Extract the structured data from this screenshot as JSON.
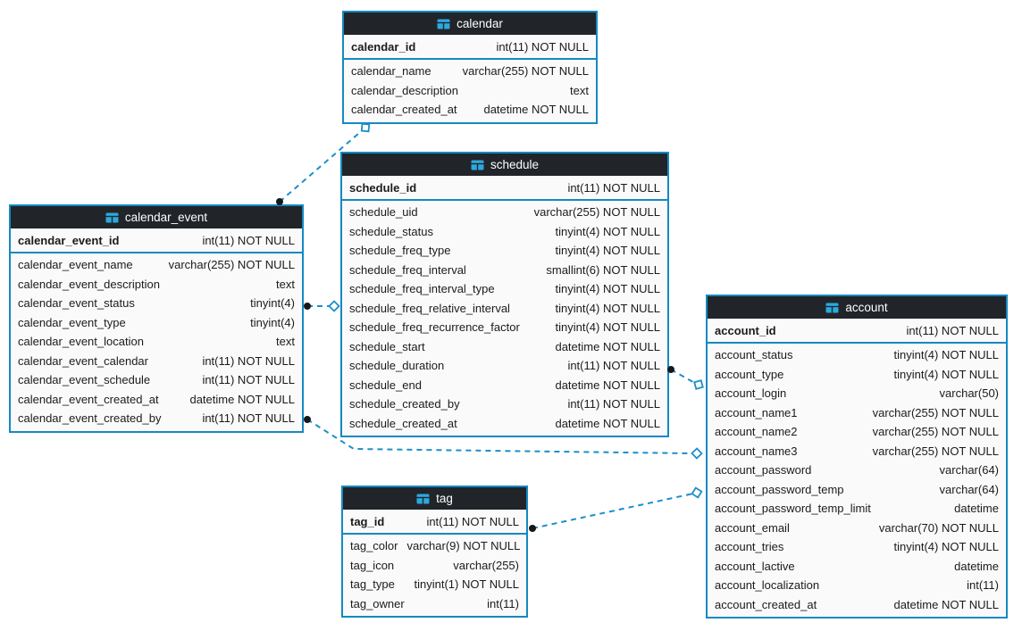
{
  "diagram": {
    "colors": {
      "table_border": "#1589C2",
      "header_background": "#212529",
      "header_text": "#FFFFFF",
      "body_background": "#FAFAFA",
      "row_text": "#1B1B1B",
      "connector_line": "#1B8FC9",
      "connector_dot": "#15191C",
      "table_icon": "#2BA8E0"
    },
    "icons": {
      "table_header_icon": "table-grid-icon"
    },
    "tables": [
      {
        "name": "calendar",
        "primary_key": {
          "name": "calendar_id",
          "type": "int(11) NOT NULL"
        },
        "columns": [
          {
            "name": "calendar_name",
            "type": "varchar(255) NOT NULL"
          },
          {
            "name": "calendar_description",
            "type": "text"
          },
          {
            "name": "calendar_created_at",
            "type": "datetime NOT NULL"
          }
        ]
      },
      {
        "name": "schedule",
        "primary_key": {
          "name": "schedule_id",
          "type": "int(11) NOT NULL"
        },
        "columns": [
          {
            "name": "schedule_uid",
            "type": "varchar(255) NOT NULL"
          },
          {
            "name": "schedule_status",
            "type": "tinyint(4) NOT NULL"
          },
          {
            "name": "schedule_freq_type",
            "type": "tinyint(4) NOT NULL"
          },
          {
            "name": "schedule_freq_interval",
            "type": "smallint(6) NOT NULL"
          },
          {
            "name": "schedule_freq_interval_type",
            "type": "tinyint(4) NOT NULL"
          },
          {
            "name": "schedule_freq_relative_interval",
            "type": "tinyint(4) NOT NULL"
          },
          {
            "name": "schedule_freq_recurrence_factor",
            "type": "tinyint(4) NOT NULL"
          },
          {
            "name": "schedule_start",
            "type": "datetime NOT NULL"
          },
          {
            "name": "schedule_duration",
            "type": "int(11) NOT NULL"
          },
          {
            "name": "schedule_end",
            "type": "datetime NOT NULL"
          },
          {
            "name": "schedule_created_by",
            "type": "int(11) NOT NULL"
          },
          {
            "name": "schedule_created_at",
            "type": "datetime NOT NULL"
          }
        ]
      },
      {
        "name": "calendar_event",
        "primary_key": {
          "name": "calendar_event_id",
          "type": "int(11) NOT NULL"
        },
        "columns": [
          {
            "name": "calendar_event_name",
            "type": "varchar(255) NOT NULL"
          },
          {
            "name": "calendar_event_description",
            "type": "text"
          },
          {
            "name": "calendar_event_status",
            "type": "tinyint(4)"
          },
          {
            "name": "calendar_event_type",
            "type": "tinyint(4)"
          },
          {
            "name": "calendar_event_location",
            "type": "text"
          },
          {
            "name": "calendar_event_calendar",
            "type": "int(11) NOT NULL"
          },
          {
            "name": "calendar_event_schedule",
            "type": "int(11) NOT NULL"
          },
          {
            "name": "calendar_event_created_at",
            "type": "datetime NOT NULL"
          },
          {
            "name": "calendar_event_created_by",
            "type": "int(11) NOT NULL"
          }
        ]
      },
      {
        "name": "account",
        "primary_key": {
          "name": "account_id",
          "type": "int(11) NOT NULL"
        },
        "columns": [
          {
            "name": "account_status",
            "type": "tinyint(4) NOT NULL"
          },
          {
            "name": "account_type",
            "type": "tinyint(4) NOT NULL"
          },
          {
            "name": "account_login",
            "type": "varchar(50)"
          },
          {
            "name": "account_name1",
            "type": "varchar(255) NOT NULL"
          },
          {
            "name": "account_name2",
            "type": "varchar(255) NOT NULL"
          },
          {
            "name": "account_name3",
            "type": "varchar(255) NOT NULL"
          },
          {
            "name": "account_password",
            "type": "varchar(64)"
          },
          {
            "name": "account_password_temp",
            "type": "varchar(64)"
          },
          {
            "name": "account_password_temp_limit",
            "type": "datetime"
          },
          {
            "name": "account_email",
            "type": "varchar(70) NOT NULL"
          },
          {
            "name": "account_tries",
            "type": "tinyint(4) NOT NULL"
          },
          {
            "name": "account_lactive",
            "type": "datetime"
          },
          {
            "name": "account_localization",
            "type": "int(11)"
          },
          {
            "name": "account_created_at",
            "type": "datetime NOT NULL"
          }
        ]
      },
      {
        "name": "tag",
        "primary_key": {
          "name": "tag_id",
          "type": "int(11) NOT NULL"
        },
        "columns": [
          {
            "name": "tag_color",
            "type": "varchar(9) NOT NULL"
          },
          {
            "name": "tag_icon",
            "type": "varchar(255)"
          },
          {
            "name": "tag_type",
            "type": "tinyint(1) NOT NULL"
          },
          {
            "name": "tag_owner",
            "type": "int(11)"
          }
        ]
      }
    ],
    "relationships": [
      {
        "from": "calendar_event",
        "from_marker": "dot",
        "to": "calendar",
        "to_marker": "diamond",
        "style": "dashed"
      },
      {
        "from": "calendar_event",
        "from_marker": "dot",
        "to": "schedule",
        "to_marker": "diamond",
        "style": "dashed"
      },
      {
        "from": "schedule",
        "from_marker": "dot",
        "to": "account",
        "to_marker": "diamond",
        "style": "dashed"
      },
      {
        "from": "calendar_event",
        "from_marker": "dot",
        "to": "account",
        "to_marker": "diamond",
        "style": "dashed"
      },
      {
        "from": "tag",
        "from_marker": "dot",
        "to": "account",
        "to_marker": "diamond",
        "style": "dashed"
      }
    ]
  }
}
